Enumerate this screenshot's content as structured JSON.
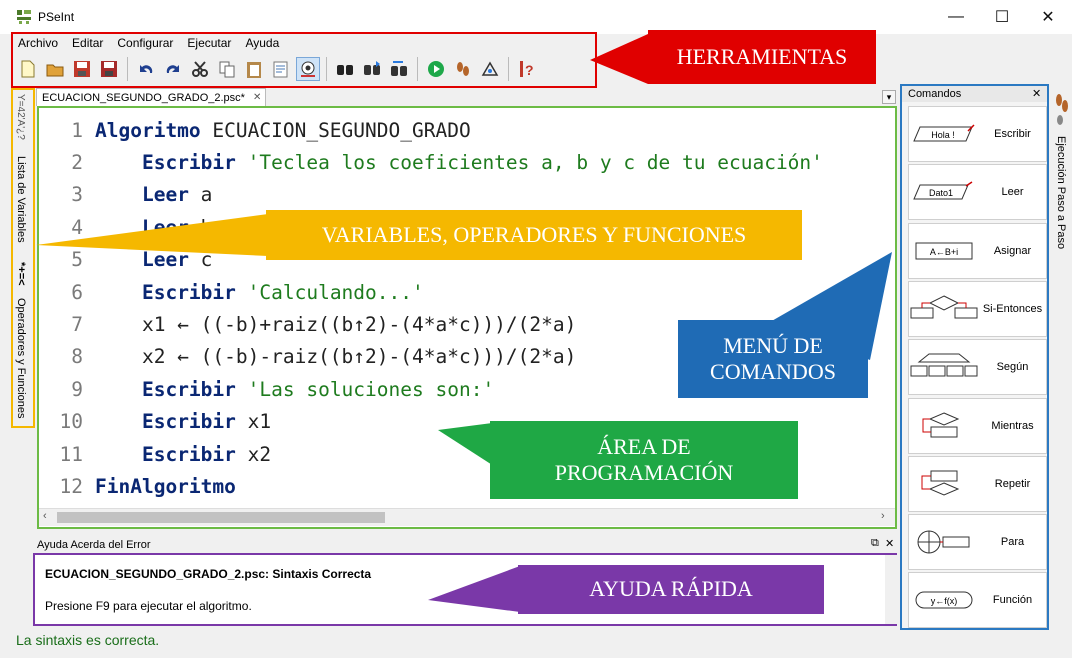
{
  "window": {
    "title": "PSeInt",
    "minimize": "—",
    "maximize": "☐",
    "close": "✕"
  },
  "menu": [
    "Archivo",
    "Editar",
    "Configurar",
    "Ejecutar",
    "Ayuda"
  ],
  "toolbar_icons": [
    "new-file",
    "open-folder",
    "save",
    "save-as",
    "undo",
    "redo",
    "cut",
    "copy",
    "paste",
    "edit",
    "indent",
    "step-view",
    "find",
    "find-next",
    "replace",
    "run",
    "step-by-step",
    "run-from",
    "help"
  ],
  "callouts": {
    "tools": "HERRAMIENTAS",
    "vars": "VARIABLES, OPERADORES Y FUNCIONES",
    "cmd_line1": "MENÚ DE",
    "cmd_line2": "COMANDOS",
    "area_line1": "ÁREA DE",
    "area_line2": "PROGRAMACIÓN",
    "help": "AYUDA RÁPIDA",
    "colors": {
      "tools": "#e00000",
      "vars": "#f5b800",
      "cmd": "#1f6bb5",
      "area": "#1fa845",
      "help": "#7a38a8"
    }
  },
  "left_tabs": {
    "vars_icon": "Y=42'A'¿?",
    "vars": "Lista de Variables",
    "ops_icon": "*+=<",
    "ops": "Operadores y Funciones"
  },
  "editor": {
    "tab": "ECUACION_SEGUNDO_GRADO_2.psc*",
    "tab_close": "✕",
    "lines": [
      {
        "n": "1",
        "kw": "Algoritmo",
        "rest": " ECUACION_SEGUNDO_GRADO",
        "str": "",
        "indent": ""
      },
      {
        "n": "2",
        "kw": "Escribir",
        "rest": " ",
        "str": "'Teclea los coeficientes a, b y c de tu ecuación'",
        "indent": "    "
      },
      {
        "n": "3",
        "kw": "Leer",
        "rest": " a",
        "str": "",
        "indent": "    "
      },
      {
        "n": "4",
        "kw": "Leer",
        "rest": " b",
        "str": "",
        "indent": "    "
      },
      {
        "n": "5",
        "kw": "Leer",
        "rest": " c",
        "str": "",
        "indent": "    "
      },
      {
        "n": "6",
        "kw": "Escribir",
        "rest": " ",
        "str": "'Calculando...'",
        "indent": "    "
      },
      {
        "n": "7",
        "kw": "",
        "rest": "x1 ← ((-b)+raiz((b↑2)-(4*a*c)))/(2*a)",
        "str": "",
        "indent": "    "
      },
      {
        "n": "8",
        "kw": "",
        "rest": "x2 ← ((-b)-raiz((b↑2)-(4*a*c)))/(2*a)",
        "str": "",
        "indent": "    "
      },
      {
        "n": "9",
        "kw": "Escribir",
        "rest": " ",
        "str": "'Las soluciones son:'",
        "indent": "    "
      },
      {
        "n": "10",
        "kw": "Escribir",
        "rest": " x1",
        "str": "",
        "indent": "    "
      },
      {
        "n": "11",
        "kw": "Escribir",
        "rest": " x2",
        "str": "",
        "indent": "    "
      },
      {
        "n": "12",
        "kw": "FinAlgoritmo",
        "rest": "",
        "str": "",
        "indent": ""
      }
    ]
  },
  "help": {
    "header": "Ayuda Acerda del Error",
    "title": "ECUACION_SEGUNDO_GRADO_2.psc: Sintaxis Correcta",
    "text": "Presione F9 para ejecutar el algoritmo."
  },
  "status": "La sintaxis es correcta.",
  "commands": {
    "header": "Comandos",
    "close": "✕",
    "items": [
      {
        "label": "Escribir",
        "icon_text": "Hola !"
      },
      {
        "label": "Leer",
        "icon_text": "Dato1"
      },
      {
        "label": "Asignar",
        "icon_text": "A←B+i"
      },
      {
        "label": "Si-Entonces",
        "icon_text": ""
      },
      {
        "label": "Según",
        "icon_text": ""
      },
      {
        "label": "Mientras",
        "icon_text": ""
      },
      {
        "label": "Repetir",
        "icon_text": ""
      },
      {
        "label": "Para",
        "icon_text": ""
      },
      {
        "label": "Función",
        "icon_text": "y←f(x)"
      }
    ]
  },
  "right_tab": "Ejecución Paso a Paso"
}
